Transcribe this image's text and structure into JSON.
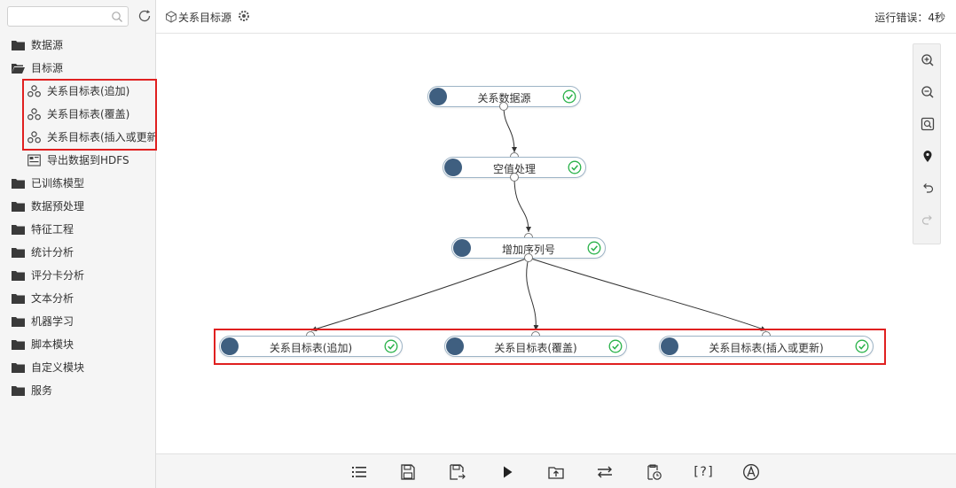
{
  "search": {
    "placeholder": "",
    "value": ""
  },
  "sidebar": {
    "items": [
      {
        "label": "数据源",
        "type": "folder",
        "level": 0
      },
      {
        "label": "目标源",
        "type": "folder-open",
        "level": 0
      },
      {
        "label": "关系目标表(追加)",
        "type": "node",
        "level": 1
      },
      {
        "label": "关系目标表(覆盖)",
        "type": "node",
        "level": 1
      },
      {
        "label": "关系目标表(插入或更新",
        "type": "node",
        "level": 1
      },
      {
        "label": "导出数据到HDFS",
        "type": "hdfs",
        "level": 1
      },
      {
        "label": "已训练模型",
        "type": "folder",
        "level": 0
      },
      {
        "label": "数据预处理",
        "type": "folder",
        "level": 0
      },
      {
        "label": "特征工程",
        "type": "folder",
        "level": 0
      },
      {
        "label": "统计分析",
        "type": "folder",
        "level": 0
      },
      {
        "label": "评分卡分析",
        "type": "folder",
        "level": 0
      },
      {
        "label": "文本分析",
        "type": "folder",
        "level": 0
      },
      {
        "label": "机器学习",
        "type": "folder",
        "level": 0
      },
      {
        "label": "脚本模块",
        "type": "folder",
        "level": 0
      },
      {
        "label": "自定义模块",
        "type": "folder",
        "level": 0
      },
      {
        "label": "服务",
        "type": "folder",
        "level": 0
      }
    ]
  },
  "header": {
    "title": "关系目标源",
    "error_text": "运行错误：4秒"
  },
  "nodes": [
    {
      "label": "关系数据源",
      "status": "success"
    },
    {
      "label": "空值处理",
      "status": "success"
    },
    {
      "label": "增加序列号",
      "status": "success"
    },
    {
      "label": "关系目标表(追加)",
      "status": "success"
    },
    {
      "label": "关系目标表(覆盖)",
      "status": "success"
    },
    {
      "label": "关系目标表(插入或更新)",
      "status": "success"
    }
  ],
  "zoom_tools": [
    "zoom-in-icon",
    "zoom-out-icon",
    "fit-view-icon",
    "locate-icon",
    "undo-icon",
    "redo-icon"
  ],
  "bottom_tools": [
    "list-icon",
    "save-icon",
    "save-as-icon",
    "run-icon",
    "export-icon",
    "swap-icon",
    "schedule-icon",
    "help-icon",
    "about-icon"
  ],
  "bottom_help_label": "[?]",
  "colors": {
    "node_icon": "#3f5f80",
    "success": "#2ab24a",
    "highlight": "#e02020",
    "node_border": "#9db4c6"
  }
}
